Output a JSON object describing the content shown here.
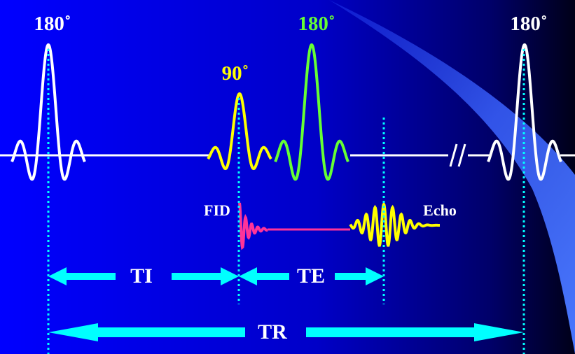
{
  "labels": {
    "pulse_left": "180˚",
    "pulse_90": "90˚",
    "pulse_180_mid": "180˚",
    "pulse_right": "180˚",
    "fid": "FID",
    "echo": "Echo",
    "ti": "TI",
    "te": "TE",
    "tr": "TR"
  },
  "colors": {
    "background_left": "#0000ff",
    "background_right": "#000022",
    "baseline": "#ffffff",
    "pulse_180_outer": "#ffffff",
    "pulse_90": "#ffff00",
    "pulse_180_mid": "#66ff33",
    "fid": "#ff3399",
    "echo": "#ffff00",
    "arrows": "#00ffff",
    "dotted_guides": "#00ffff",
    "beam": "#3f6bff"
  },
  "icons": {
    "break_mark": "double-slash-break-icon"
  }
}
